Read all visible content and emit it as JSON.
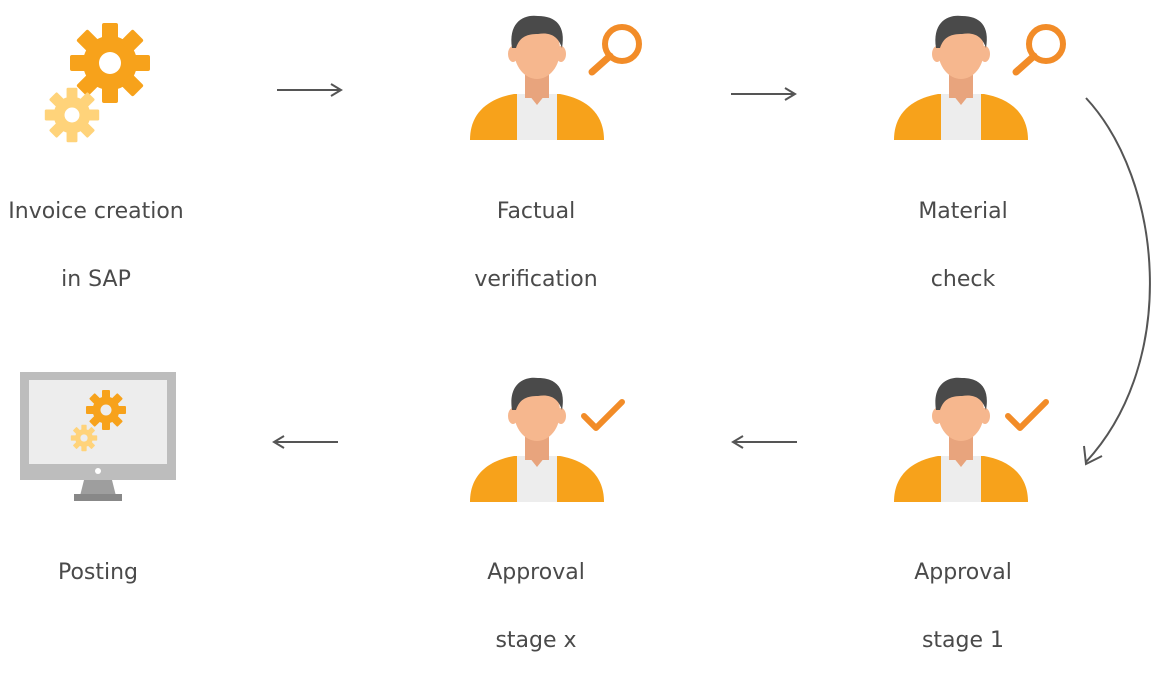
{
  "colors": {
    "accent_orange": "#F7A21B",
    "accent_light": "#FFD37A",
    "magnifier": "#F28C28",
    "skin": "#F6B78E",
    "hair": "#4A4A4A",
    "shirt": "#EDEDED",
    "text": "#4A4A4A",
    "arrow": "#555555",
    "monitor": "#BDBDBD"
  },
  "steps": [
    {
      "id": "invoice-creation",
      "icon": "gears-icon",
      "label_line1": "Invoice creation",
      "label_line2": "in SAP"
    },
    {
      "id": "factual-verification",
      "icon": "person-magnifier-icon",
      "label_line1": "Factual",
      "label_line2": "verification"
    },
    {
      "id": "material-check",
      "icon": "person-magnifier-icon",
      "label_line1": "Material",
      "label_line2": "check"
    },
    {
      "id": "approval-stage-1",
      "icon": "person-check-icon",
      "label_line1": "Approval",
      "label_line2": "stage 1"
    },
    {
      "id": "approval-stage-x",
      "icon": "person-check-icon",
      "label_line1": "Approval",
      "label_line2": "stage x"
    },
    {
      "id": "posting",
      "icon": "monitor-gears-icon",
      "label_line1": "Posting",
      "label_line2": ""
    }
  ],
  "connectors": [
    {
      "from": "invoice-creation",
      "to": "factual-verification",
      "direction": "right"
    },
    {
      "from": "factual-verification",
      "to": "material-check",
      "direction": "right"
    },
    {
      "from": "material-check",
      "to": "approval-stage-1",
      "direction": "curve-down"
    },
    {
      "from": "approval-stage-1",
      "to": "approval-stage-x",
      "direction": "left"
    },
    {
      "from": "approval-stage-x",
      "to": "posting",
      "direction": "left"
    }
  ]
}
